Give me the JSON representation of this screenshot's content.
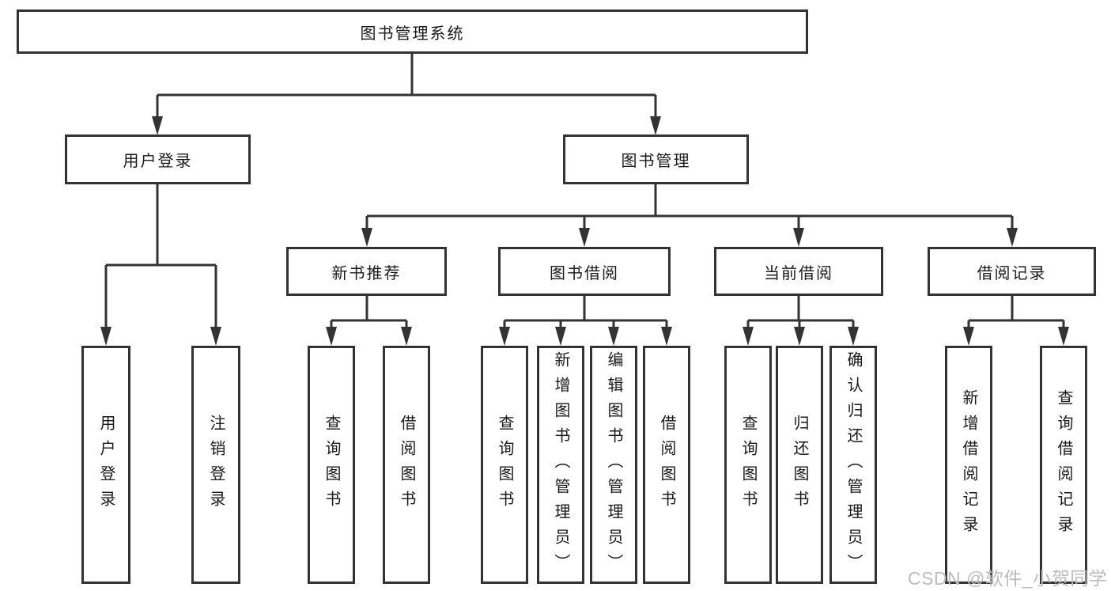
{
  "watermark": {
    "text": "CSDN @软件_小贺同学"
  },
  "colors": {
    "line": "#333333",
    "text": "#1a1a1a",
    "background": "#ffffff",
    "watermark": "#bcbcbc"
  },
  "tree": {
    "root": {
      "label": "图书管理系统",
      "children": [
        {
          "label": "用户登录",
          "children": [
            {
              "label": "用户登录"
            },
            {
              "label": "注销登录"
            }
          ]
        },
        {
          "label": "图书管理",
          "children": [
            {
              "label": "新书推荐",
              "children": [
                {
                  "label": "查询图书"
                },
                {
                  "label": "借阅图书"
                }
              ]
            },
            {
              "label": "图书借阅",
              "children": [
                {
                  "label": "查询图书"
                },
                {
                  "label": "新增图书（管理员）"
                },
                {
                  "label": "编辑图书（管理员）"
                },
                {
                  "label": "借阅图书"
                }
              ]
            },
            {
              "label": "当前借阅",
              "children": [
                {
                  "label": "查询图书"
                },
                {
                  "label": "归还图书"
                },
                {
                  "label": "确认归还（管理员）"
                }
              ]
            },
            {
              "label": "借阅记录",
              "children": [
                {
                  "label": "新增借阅记录"
                },
                {
                  "label": "查询借阅记录"
                }
              ]
            }
          ]
        }
      ]
    }
  }
}
